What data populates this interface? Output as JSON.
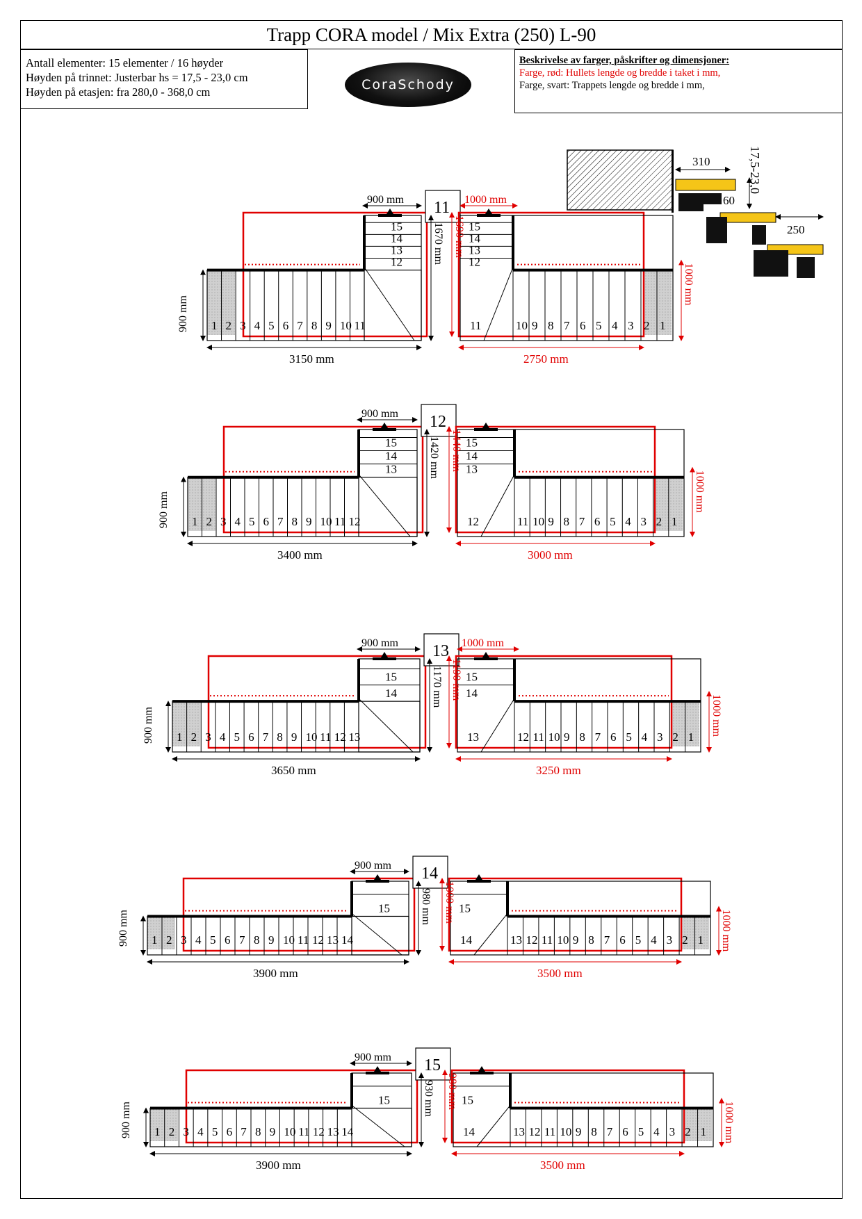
{
  "title": "Trapp CORA model / Mix Extra (250) L-90",
  "info": {
    "lines": [
      "Antall elementer: 15 elementer / 16 høyder",
      "Høyden på trinnet: Justerbar hs = 17,5 - 23,0 cm",
      "Høyden på etasjen: fra 280,0 - 368,0 cm"
    ]
  },
  "legend": {
    "heading": "Beskrivelse av farger, påskrifter og dimensjoner:",
    "red_line": "Farge, rød: Hullets lengde og bredde i taket i mm,",
    "black_line": "Farge, svart: Trappets lengde og bredde i mm,"
  },
  "logo": "CoraSchody",
  "detail": {
    "tread_depth": "310",
    "overlap": "60",
    "going": "250",
    "rise": "17,5-23,0"
  },
  "colors": {
    "hole": "#e00000",
    "stair": "#000000",
    "wall": "#d9d9d9",
    "tread": "#f5c518"
  },
  "variants": [
    {
      "box": "11",
      "landing_width": "900 mm",
      "hole_width": "1000 mm",
      "stair_height": "1670 mm",
      "hole_height": "1690 mm",
      "side_width": "900 mm",
      "hole_side": "1000 mm",
      "stair_length": "3150 mm",
      "hole_length": "2750 mm",
      "left_steps": [
        "1",
        "2",
        "3",
        "4",
        "5",
        "6",
        "7",
        "8",
        "9",
        "10",
        "11"
      ],
      "left_turn": [
        "12",
        "13",
        "14",
        "15"
      ],
      "right_steps": [
        "11",
        "10",
        "9",
        "8",
        "7",
        "6",
        "5",
        "4",
        "3",
        "2",
        "1"
      ],
      "right_turn": [
        "12",
        "13",
        "14",
        "15"
      ]
    },
    {
      "box": "12",
      "landing_width": "900 mm",
      "hole_width": "",
      "stair_height": "1420 mm",
      "hole_height": "1440 mm",
      "side_width": "900 mm",
      "hole_side": "1000 mm",
      "stair_length": "3400 mm",
      "hole_length": "3000 mm",
      "left_steps": [
        "1",
        "2",
        "3",
        "4",
        "5",
        "6",
        "7",
        "8",
        "9",
        "10",
        "11",
        "12"
      ],
      "left_turn": [
        "13",
        "14",
        "15"
      ],
      "right_steps": [
        "12",
        "11",
        "10",
        "9",
        "8",
        "7",
        "6",
        "5",
        "4",
        "3",
        "2",
        "1"
      ],
      "right_turn": [
        "13",
        "14",
        "15"
      ]
    },
    {
      "box": "13",
      "landing_width": "900 mm",
      "hole_width": "1000 mm",
      "stair_height": "1170 mm",
      "hole_height": "1190 mm",
      "side_width": "900 mm",
      "hole_side": "1000 mm",
      "stair_length": "3650 mm",
      "hole_length": "3250 mm",
      "left_steps": [
        "1",
        "2",
        "3",
        "4",
        "5",
        "6",
        "7",
        "8",
        "9",
        "10",
        "11",
        "12",
        "13"
      ],
      "left_turn": [
        "14",
        "15"
      ],
      "right_steps": [
        "13",
        "12",
        "11",
        "10",
        "9",
        "8",
        "7",
        "6",
        "5",
        "4",
        "3",
        "2",
        "1"
      ],
      "right_turn": [
        "14",
        "15"
      ]
    },
    {
      "box": "14",
      "landing_width": "900 mm",
      "hole_width": "",
      "stair_height": "980 mm",
      "hole_height": "1000 mm",
      "side_width": "900 mm",
      "hole_side": "1000 mm",
      "stair_length": "3900 mm",
      "hole_length": "3500 mm",
      "left_steps": [
        "1",
        "2",
        "3",
        "4",
        "5",
        "6",
        "7",
        "8",
        "9",
        "10",
        "11",
        "12",
        "13",
        "14"
      ],
      "left_turn": [
        "15"
      ],
      "right_steps": [
        "14",
        "13",
        "12",
        "11",
        "10",
        "9",
        "8",
        "7",
        "6",
        "5",
        "4",
        "3",
        "2",
        "1"
      ],
      "right_turn": [
        "15"
      ]
    },
    {
      "box": "15",
      "landing_width": "900 mm",
      "hole_width": "",
      "stair_height": "930 mm",
      "hole_height": "980 mm",
      "side_width": "900 mm",
      "hole_side": "1000 mm",
      "stair_length": "3900 mm",
      "hole_length": "3500 mm",
      "left_steps": [
        "1",
        "2",
        "3",
        "4",
        "5",
        "6",
        "7",
        "8",
        "9",
        "10",
        "11",
        "12",
        "13",
        "14"
      ],
      "left_turn": [
        "15"
      ],
      "right_steps": [
        "14",
        "13",
        "12",
        "11",
        "10",
        "9",
        "8",
        "7",
        "6",
        "5",
        "4",
        "3",
        "2",
        "1"
      ],
      "right_turn": [
        "15"
      ]
    }
  ]
}
